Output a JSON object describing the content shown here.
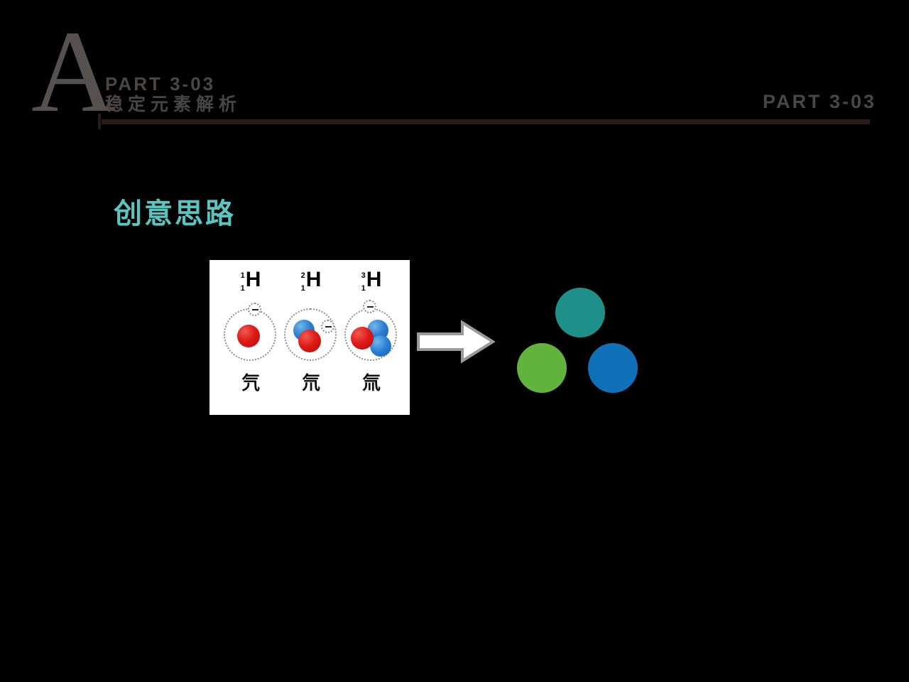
{
  "header": {
    "big_letter": "A",
    "part_label": "PART 3-03",
    "subtitle": "稳定元素解析",
    "part_label_right": "PART 3-03",
    "rule_color": "#2a1c1a",
    "text_color": "#4b4644"
  },
  "section": {
    "heading": "创意思路",
    "heading_color": "#5cc4c0"
  },
  "isotope_panel": {
    "background": "#ffffff",
    "columns": [
      {
        "mass_number": "1",
        "atomic_number": "1",
        "element": "H",
        "name": "氕",
        "protons": 1,
        "neutrons": 0,
        "electrons": 1
      },
      {
        "mass_number": "2",
        "atomic_number": "1",
        "element": "H",
        "name": "氘",
        "protons": 1,
        "neutrons": 1,
        "electrons": 1
      },
      {
        "mass_number": "3",
        "atomic_number": "1",
        "element": "H",
        "name": "氚",
        "protons": 1,
        "neutrons": 2,
        "electrons": 1
      }
    ],
    "proton_color": "#e01b17",
    "neutron_color": "#2a7fd4"
  },
  "arrow": {
    "direction": "right",
    "fill": "#ffffff",
    "stroke": "#9a9a9a"
  },
  "dots": [
    {
      "label": "teal-circle",
      "color": "#1f9089"
    },
    {
      "label": "green-circle",
      "color": "#62b33e"
    },
    {
      "label": "blue-circle",
      "color": "#1070b8"
    }
  ],
  "background": "#000000"
}
